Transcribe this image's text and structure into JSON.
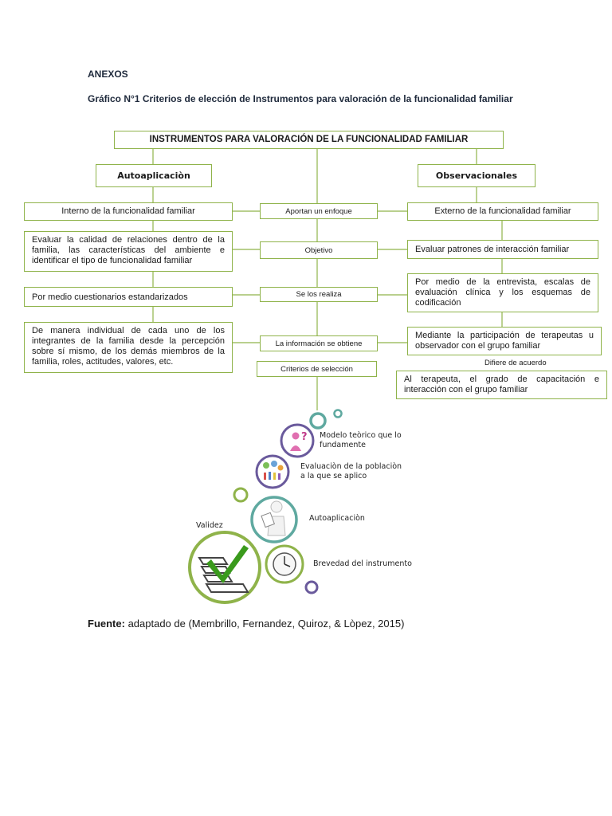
{
  "annex_title": "ANEXOS",
  "figure_caption": "Gráfico N°1  Criterios de elección de Instrumentos para valoración de la funcionalidad familiar",
  "diagram": {
    "main_title": "INSTRUMENTOS PARA VALORACIÓN DE LA FUNCIONALIDAD FAMILIAR",
    "left_category": "Autoaplicaciòn",
    "right_category": "Observacionales",
    "center_items": [
      "Aportan un enfoque",
      "Objetivo",
      "Se los realiza",
      "La información se obtiene",
      "Criterios de selección"
    ],
    "left_items": [
      "Interno de la funcionalidad familiar",
      "Evaluar la calidad de relaciones dentro de la familia,  las características del ambiente e identificar el tipo de funcionalidad familiar",
      "Por medio cuestionarios estandarizados",
      "De manera individual de cada uno de los integrantes de la familia desde la percepción sobre sí mismo, de los demás miembros de la familia, roles, actitudes, valores, etc."
    ],
    "right_items": [
      "Externo de la funcionalidad familiar",
      "Evaluar patrones de interacción familiar",
      "Por medio de la entrevista, escalas de evaluación clínica y los esquemas de codificación",
      "Mediante la participación de terapeutas u observador con el grupo familiar",
      "Al terapeuta, el grado de capacitación e interacción con el grupo familiar"
    ],
    "differ_label": "Difiere de acuerdo"
  },
  "criteria": {
    "main_label": "Validez",
    "items": [
      {
        "label": "Modelo teòrico que lo fundamente",
        "icon": "question-person-icon"
      },
      {
        "label": "Evaluaciòn de la poblaciòn a la que se aplico",
        "icon": "population-icon"
      },
      {
        "label": "Autoaplicaciòn",
        "icon": "person-clipboard-icon"
      },
      {
        "label": "Brevedad del  instrumento",
        "icon": "clock-icon"
      }
    ],
    "main_icon": "checklist-icon"
  },
  "source": {
    "prefix": "Fuente:",
    "text": " adaptado de (Membrillo, Fernandez, Quiroz, & Lòpez, 2015)"
  },
  "colors": {
    "box_border": "#8fb34a",
    "line": "#8fb34a",
    "circle_purple": "#6a5a9c",
    "circle_teal": "#5fa9a0",
    "circle_green": "#8fb34a",
    "check_green": "#3a9a1c"
  }
}
